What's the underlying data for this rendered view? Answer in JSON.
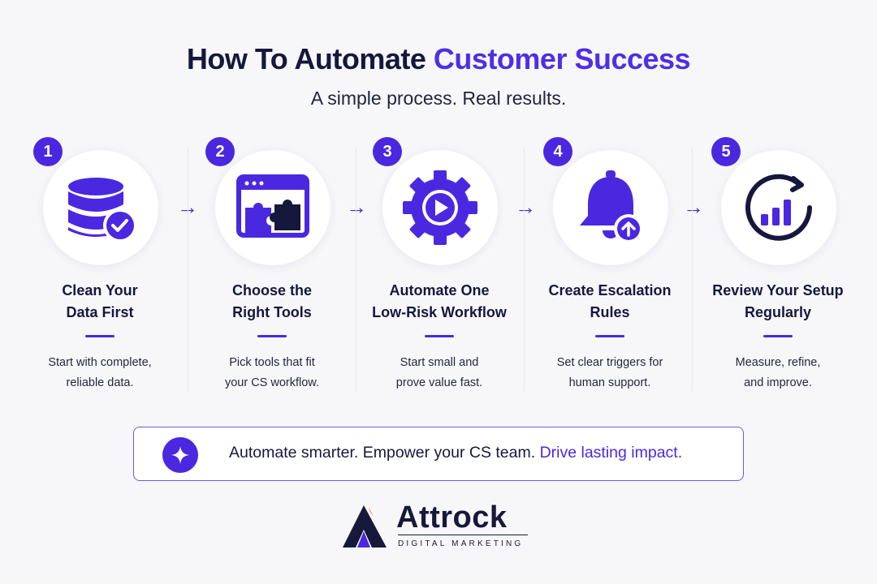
{
  "header": {
    "title_part1": "How To Automate",
    "title_part2": "Customer Success",
    "subtitle": "A simple process. Real results."
  },
  "steps": [
    {
      "number": "1",
      "title_line1": "Clean Your",
      "title_line2": "Data First",
      "desc_line1": "Start with complete,",
      "desc_line2": "reliable data.",
      "icon": "database-check-icon"
    },
    {
      "number": "2",
      "title_line1": "Choose the",
      "title_line2": "Right Tools",
      "desc_line1": "Pick tools that fit",
      "desc_line2": "your CS workflow.",
      "icon": "browser-puzzle-icon"
    },
    {
      "number": "3",
      "title_line1": "Automate One",
      "title_line2": "Low-Risk Workflow",
      "desc_line1": "Start small and",
      "desc_line2": "prove value fast.",
      "icon": "gear-play-icon"
    },
    {
      "number": "4",
      "title_line1": "Create Escalation",
      "title_line2": "Rules",
      "desc_line1": "Set clear triggers for",
      "desc_line2": "human support.",
      "icon": "bell-up-arrow-icon"
    },
    {
      "number": "5",
      "title_line1": "Review Your Setup",
      "title_line2": "Regularly",
      "desc_line1": "Measure, refine,",
      "desc_line2": "and improve.",
      "icon": "chart-refresh-icon"
    }
  ],
  "banner": {
    "text_part1": "Automate smarter. Empower your CS team.",
    "text_part2": "Drive lasting impact."
  },
  "logo": {
    "brand": "Attrock",
    "tagline": "DIGITAL MARKETING"
  },
  "colors": {
    "accent": "#4a28e0",
    "title_accent": "#4f2ee8",
    "dark": "#15173d",
    "background": "#f7f7f9"
  }
}
